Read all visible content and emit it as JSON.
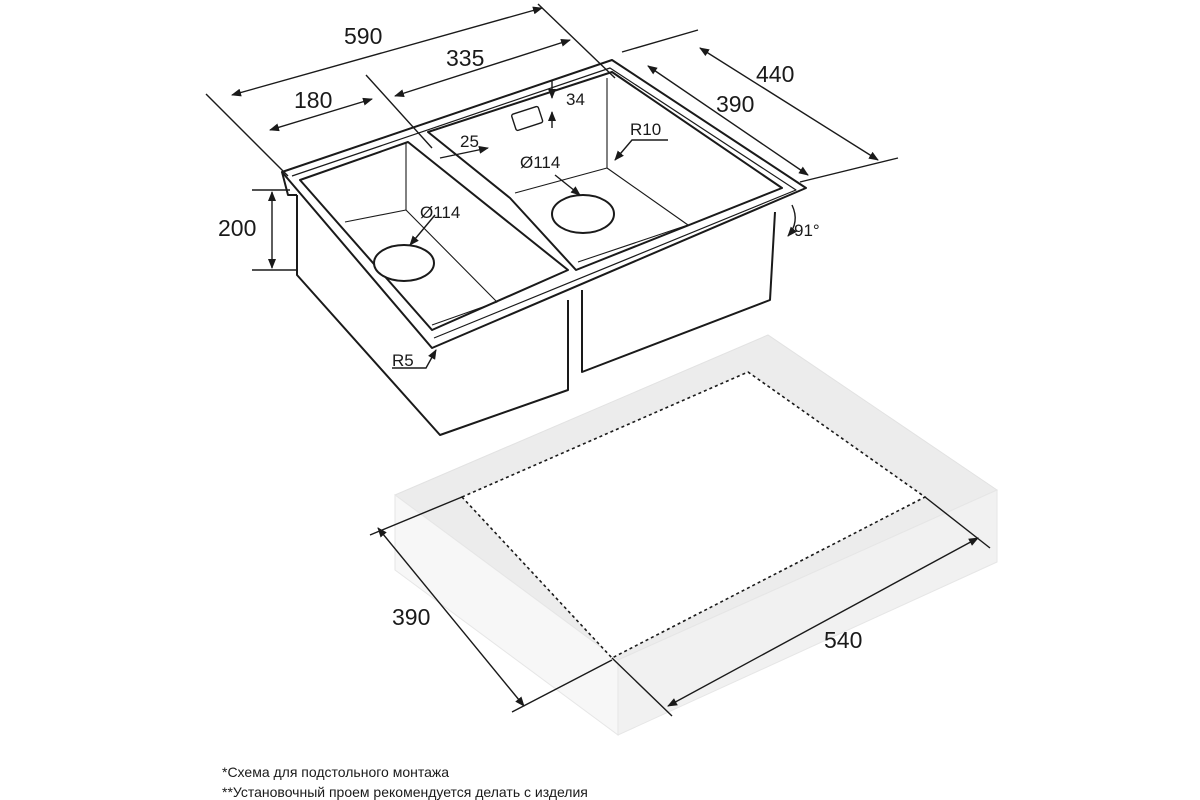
{
  "dimensions": {
    "total_width": "590",
    "large_bowl_width": "335",
    "small_bowl_width": "180",
    "total_depth": "440",
    "bowl_depth": "390",
    "bowl_height": "200",
    "overflow_offset": "34",
    "divider_width": "25",
    "corner_radius_large": "R10",
    "corner_radius_small": "R5",
    "drain_large": "Ø114",
    "drain_small": "Ø114",
    "wall_angle": "91°",
    "cutout_depth": "390",
    "cutout_width": "540"
  },
  "notes": {
    "note_1": "*Схема для подстольного монтажа",
    "note_2": "**Установочный проем рекомендуется делать с изделия"
  },
  "colors": {
    "line": "#1a1a1a",
    "countertop_top": "#ececec",
    "countertop_side": "#f5f5f5",
    "background": "#ffffff"
  }
}
